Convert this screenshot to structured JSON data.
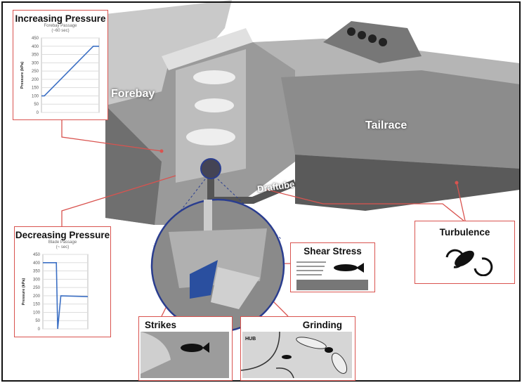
{
  "labels": {
    "forebay": "Forebay",
    "tailrace": "Tailrace",
    "draftube": "Draftube"
  },
  "boxes": {
    "increasing": {
      "title": "Increasing Pressure"
    },
    "decreasing": {
      "title": "Decreasing Pressure"
    },
    "turbulence": {
      "title": "Turbulence"
    },
    "shear": {
      "title": "Shear Stress"
    },
    "strikes": {
      "title": "Strikes"
    },
    "grinding": {
      "title": "Grinding",
      "hub_label": "HUB"
    }
  },
  "colors": {
    "connector": "#d9534f",
    "line": "#3b6fc4",
    "circle": "#2a3d8f"
  },
  "chart_data": [
    {
      "type": "line",
      "title": "Forebay Passage",
      "subtitle": "(~60 sec)",
      "ylabel": "Pressure (kPa)",
      "xlabel": "",
      "ylim": [
        0,
        450
      ],
      "yticks": [
        "0",
        "50",
        "100",
        "150",
        "200",
        "250",
        "300",
        "350",
        "400",
        "450"
      ],
      "x": [
        0,
        0.05,
        0.9,
        1
      ],
      "y": [
        100,
        100,
        400,
        400
      ]
    },
    {
      "type": "line",
      "title": "Blade Passage",
      "subtitle": "(~ sec)",
      "ylabel": "Pressure (kPa)",
      "xlabel": "",
      "ylim": [
        0,
        450
      ],
      "yticks": [
        "0",
        "50",
        "100",
        "150",
        "200",
        "250",
        "300",
        "350",
        "400",
        "450"
      ],
      "x": [
        0,
        0.3,
        0.33,
        0.4,
        1
      ],
      "y": [
        400,
        400,
        0,
        200,
        195
      ]
    }
  ]
}
